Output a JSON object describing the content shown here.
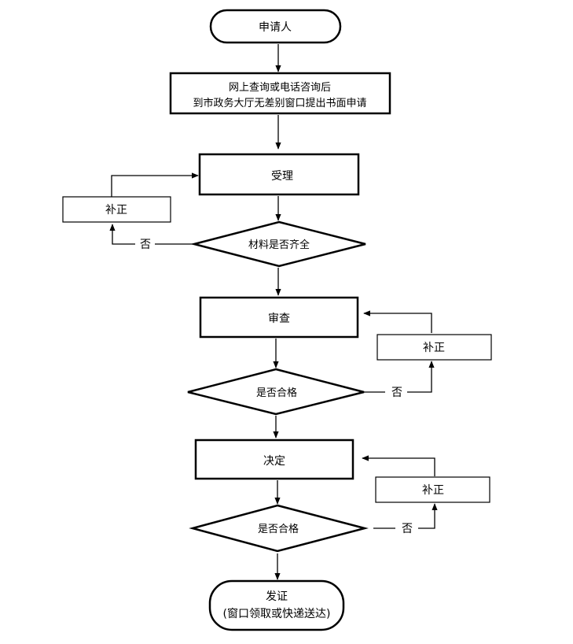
{
  "nodes": {
    "start": "申请人",
    "consult_line1": "网上查询或电话咨询后",
    "consult_line2": "到市政务大厅无差别窗口提出书面申请",
    "accept": "受理",
    "fix1": "补正",
    "check_materials": "材料是否齐全",
    "review": "审查",
    "fix2": "补正",
    "review_pass": "是否合格",
    "decide": "决定",
    "fix3": "补正",
    "decide_pass": "是否合格",
    "end_line1": "发证",
    "end_line2": "(窗口领取或快递送达)"
  },
  "edges": {
    "no1": "否",
    "no2": "否",
    "no3": "否"
  }
}
